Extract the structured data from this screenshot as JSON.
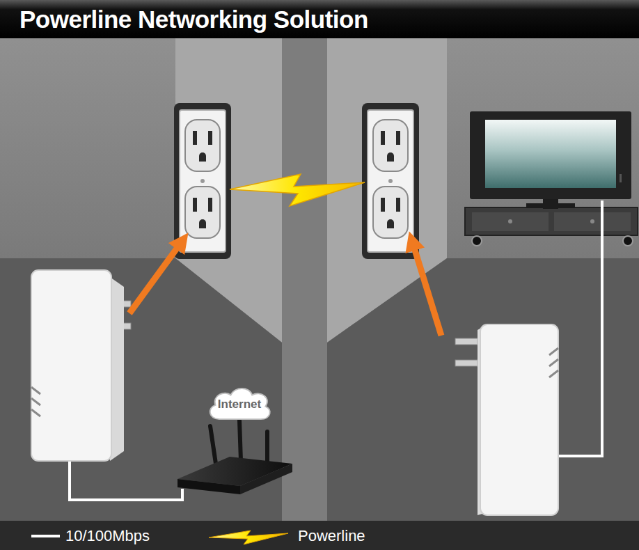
{
  "diagram": {
    "title": "Powerline Networking Solution",
    "nodes": [
      {
        "text": [
          "Internet"
        ]
      }
    ],
    "legend": [
      {
        "text": "10/100Mbps"
      },
      {
        "text": "Powerline"
      }
    ]
  }
}
